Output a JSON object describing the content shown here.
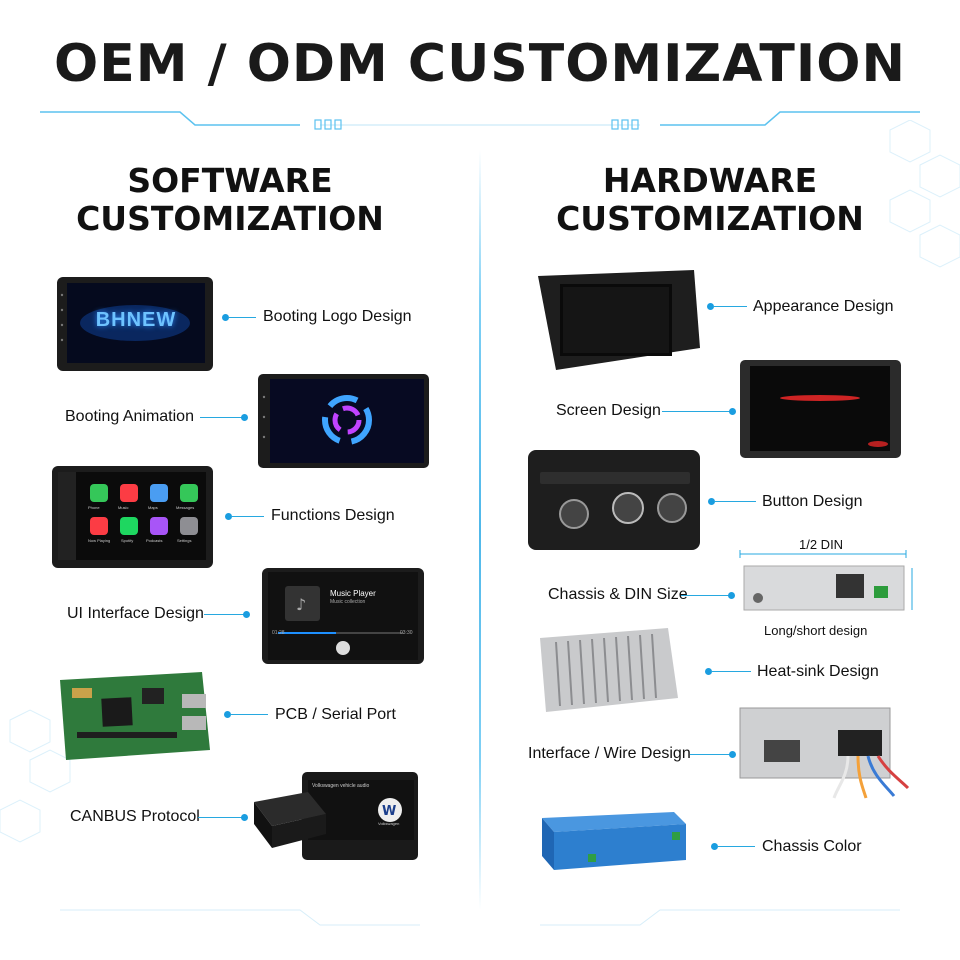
{
  "title": "OEM / ODM CUSTOMIZATION",
  "software": {
    "heading_line1": "SOFTWARE",
    "heading_line2": "CUSTOMIZATION",
    "items": [
      "Booting Logo Design",
      "Booting Animation",
      "Functions Design",
      "UI Interface Design",
      "PCB / Serial Port",
      "CANBUS Protocol"
    ],
    "logo_text": "BHNEW",
    "music_player": {
      "title": "Music Player",
      "subtitle": "Music collection",
      "elapsed": "01:28",
      "total": "03:30"
    },
    "carplay_apps": [
      "Phone",
      "Music",
      "Maps",
      "Messages",
      "Now Playing",
      "Spotify",
      "Podcasts",
      "Settings"
    ],
    "canbus_screen": {
      "header": "Volkswagen vehicle audio",
      "brand": "Volkswagen"
    }
  },
  "hardware": {
    "heading_line1": "HARDWARE",
    "heading_line2": "CUSTOMIZATION",
    "items": [
      "Appearance Design",
      "Screen Design",
      "Button Design",
      "Chassis & DIN Size",
      "Heat-sink Design",
      "Interface / Wire Design",
      "Chassis Color"
    ],
    "din_label": "1/2 DIN",
    "long_short_label": "Long/short design"
  },
  "colors": {
    "accent": "#1a9de0",
    "title": "#1a1a1a",
    "chassis_blue": "#2d7fcf"
  }
}
